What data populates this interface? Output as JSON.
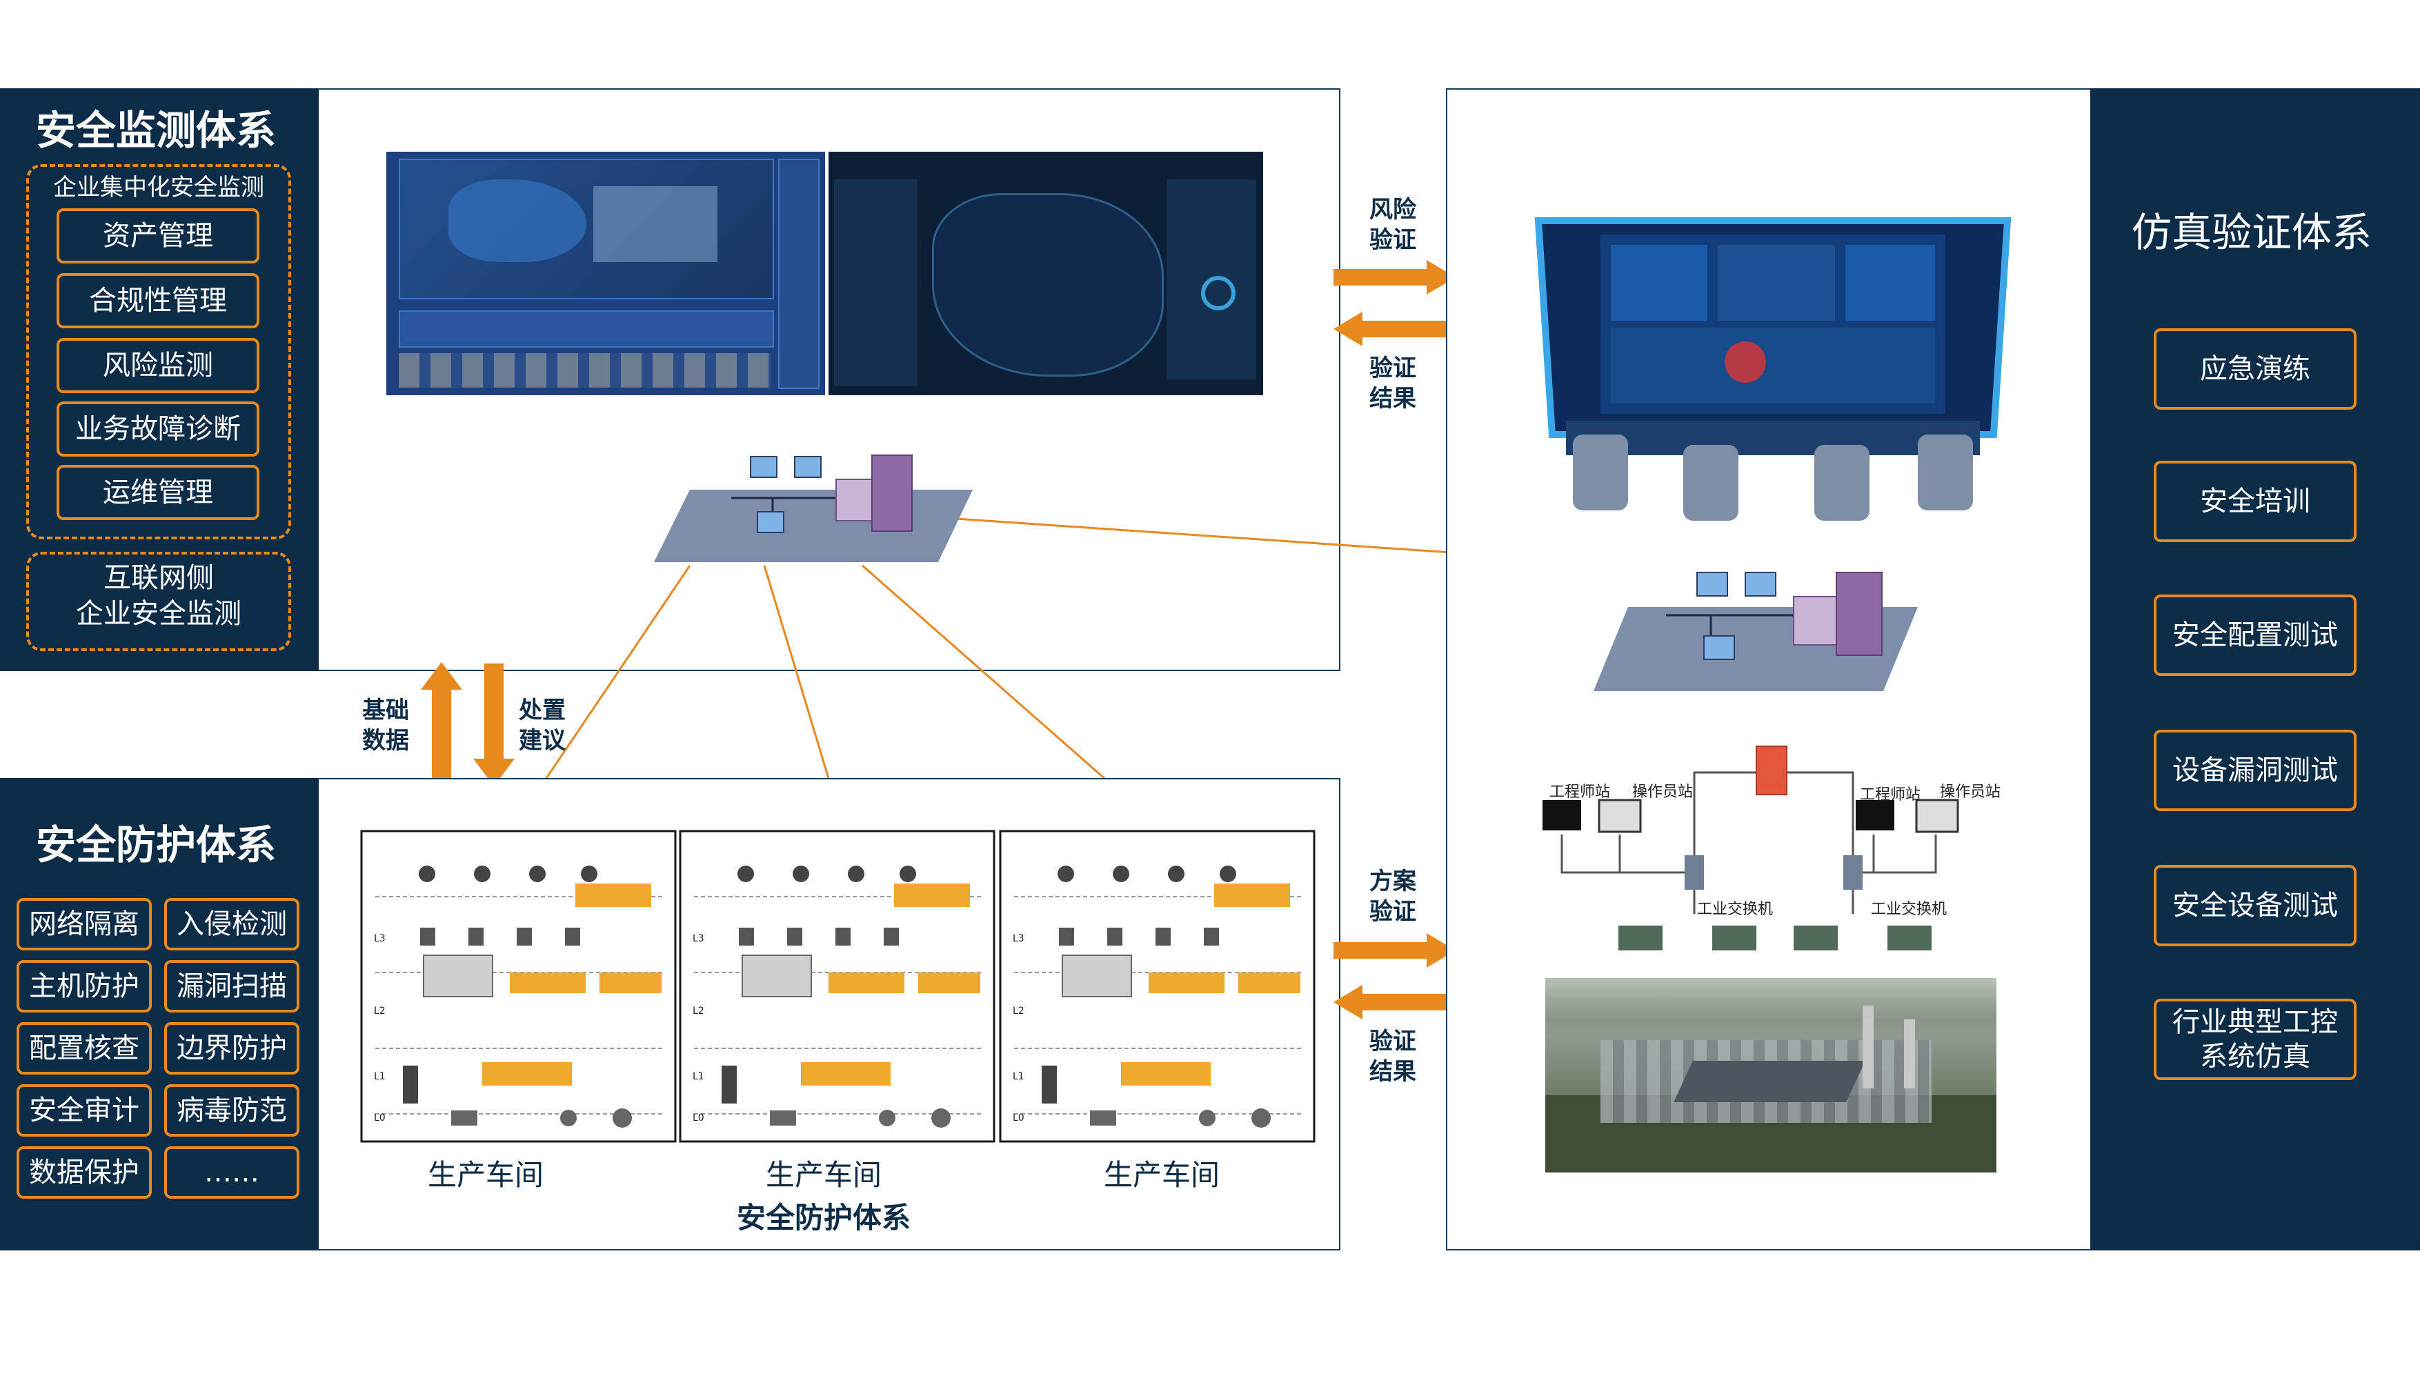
{
  "monitoring": {
    "title": "安全监测体系",
    "group_title": "企业集中化安全监测",
    "items": [
      "资产管理",
      "合规性管理",
      "风险监测",
      "业务故障诊断",
      "运维管理"
    ],
    "internet_line1": "互联网侧",
    "internet_line2": "企业安全监测"
  },
  "protection": {
    "title": "安全防护体系",
    "items": [
      "网络隔离",
      "入侵检测",
      "主机防护",
      "漏洞扫描",
      "配置核查",
      "边界防护",
      "安全审计",
      "病毒防范",
      "数据保护",
      "……"
    ],
    "workshop_label": "生产车间",
    "bottom_caption": "安全防护体系"
  },
  "simulation": {
    "title": "仿真验证体系",
    "items": [
      "应急演练",
      "安全培训",
      "安全配置测试",
      "设备漏洞测试",
      "安全设备测试",
      "行业典型工控系统仿真"
    ],
    "station_labels": [
      "工程师站",
      "操作员站",
      "工程师站",
      "操作员站"
    ],
    "switch_label": "工业交换机"
  },
  "arrows": {
    "risk_verify_1": "风险",
    "risk_verify_2": "验证",
    "result_a_1": "验证",
    "result_a_2": "结果",
    "base_data_1": "基础",
    "base_data_2": "数据",
    "advice_1": "处置",
    "advice_2": "建议",
    "plan_verify_1": "方案",
    "plan_verify_2": "验证",
    "result_b_1": "验证",
    "result_b_2": "结果"
  },
  "colors": {
    "navy": "#0d2c47",
    "orange": "#e8891e",
    "screen": "#1a3e7a"
  }
}
